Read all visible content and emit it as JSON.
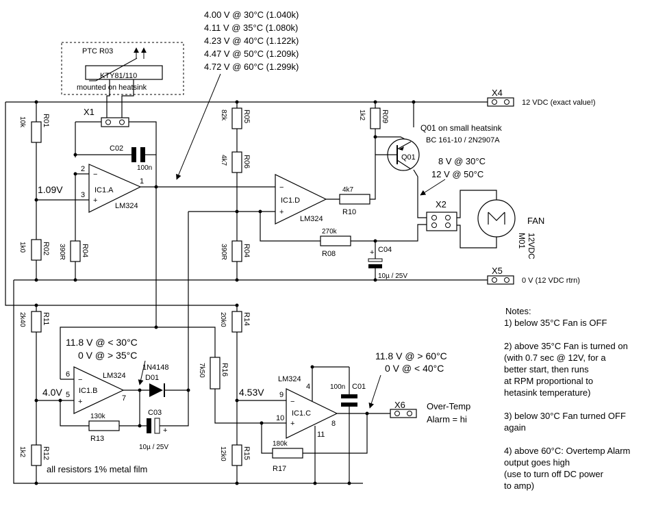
{
  "temp_table": [
    "4.00 V @ 30°C (1.040k)",
    "4.11 V @ 35°C (1.080k)",
    "4.23 V @ 40°C (1.122k)",
    "4.47 V @ 50°C (1.209k)",
    "4.72 V @ 60°C (1.299k)"
  ],
  "ptc": {
    "title": "PTC R03",
    "part": "KTY81/110",
    "mount": "mounted on heatsink"
  },
  "connectors": {
    "x1": "X1",
    "x2": "X2",
    "x4": "X4",
    "x5": "X5",
    "x6": "X6",
    "x4_label": "12 VDC (exact value!)",
    "x5_label": "0 V (12 VDC rtrn)",
    "x6_label_1": "Over-Temp",
    "x6_label_2": "Alarm = hi"
  },
  "resistors": {
    "r01": "R01",
    "r01_v": "10k",
    "r02": "R02",
    "r02_v": "1k0",
    "r04a": "R04",
    "r04a_v": "390R",
    "r05": "R05",
    "r05_v": "82k",
    "r06": "R06",
    "r06_v": "4k7",
    "r04b": "R04",
    "r04b_v": "390R",
    "r09": "R09",
    "r09_v": "1k2",
    "r10": "R10",
    "r10_v": "4k7",
    "r08": "R08",
    "r08_v": "270k",
    "r11": "R11",
    "r11_v": "2k40",
    "r12": "R12",
    "r12_v": "1k2",
    "r13": "R13",
    "r13_v": "130k",
    "r14": "R14",
    "r14_v": "20k0",
    "r15": "R15",
    "r15_v": "12k0",
    "r16": "R16",
    "r16_v": "7k50",
    "r17": "R17",
    "r17_v": "180k"
  },
  "caps": {
    "c02": "C02",
    "c02_v": "100n",
    "c04": "C04",
    "c04_v": "10µ / 25V",
    "c03": "C03",
    "c03_v": "10µ / 25V",
    "c01": "C01",
    "c01_v": "100n"
  },
  "opamps": {
    "a": "IC1.A",
    "b": "IC1.B",
    "c": "IC1.C",
    "d": "IC1.D",
    "lm": "LM324",
    "pins": {
      "a_in_neg": "2",
      "a_in_pos": "3",
      "a_out": "1",
      "b_in_neg": "6",
      "b_in_pos": "5",
      "b_out": "7",
      "c_in_neg": "9",
      "c_in_pos": "10",
      "c_out": "8",
      "c_vcc": "4",
      "c_gnd": "11"
    }
  },
  "voltages": {
    "v109": "1.09V",
    "v40": "4.0V",
    "v453": "4.53V",
    "b_out_1": "11.8 V @ < 30°C",
    "b_out_2": "0  V @ > 35°C",
    "c_out_1": "11.8 V @ > 60°C",
    "c_out_2": "0  V @ < 40°C",
    "fan_v_1": "8  V @ 30°C",
    "fan_v_2": "12  V @ 50°C"
  },
  "transistor": {
    "name": "Q01",
    "desc_1": "Q01 on small heatsink",
    "desc_2": "BC 161-10 / 2N2907A"
  },
  "diode": {
    "part": "1N4148",
    "name": "D01"
  },
  "fan": {
    "label": "FAN",
    "m": "M01",
    "v": "12VDC"
  },
  "misc": {
    "resistor_note": "all resistors 1% metal film"
  },
  "notes": {
    "title": "Notes:",
    "n1": "1) below 35°C Fan is OFF",
    "n2": "2) above 35°C Fan is turned on\n(with 0.7 sec @ 12V, for a\nbetter start, then runs\nat RPM proportional to\nhetasink temperature)",
    "n3": "3) below 30°C Fan turned OFF\nagain",
    "n4": "4) above 60°C: Overtemp Alarm\noutput goes high\n(use to turn off DC power\nto amp)"
  }
}
